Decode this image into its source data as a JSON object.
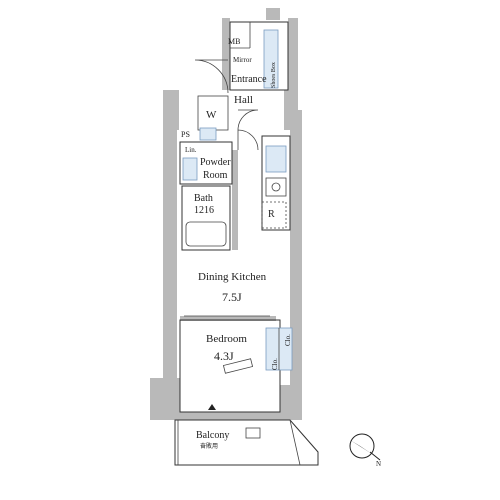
{
  "rooms": {
    "mb": "MB",
    "mirror": "Mirror",
    "entrance": "Entrance",
    "shoes_box": "Shoes Box",
    "hall": "Hall",
    "washer": "W",
    "ps": "PS",
    "linen": "Lin.",
    "powder_room_line1": "Powder",
    "powder_room_line2": "Room",
    "bath": "Bath",
    "bath_size": "1216",
    "refrigerator": "R",
    "dining_kitchen": "Dining Kitchen",
    "dining_kitchen_size": "7.5J",
    "bedroom": "Bedroom",
    "bedroom_size": "4.3J",
    "closet_1": "Clo.",
    "closet_2": "Clo.",
    "balcony": "Balcony",
    "balcony_sub": "奋敗用"
  },
  "colors": {
    "wall": "#b9b9b9",
    "fixture_fill": "#dce9f5",
    "fixture_stroke": "#7a9cc0",
    "line": "#333333"
  },
  "icons": {
    "north_arrow": "north-arrow-icon"
  }
}
